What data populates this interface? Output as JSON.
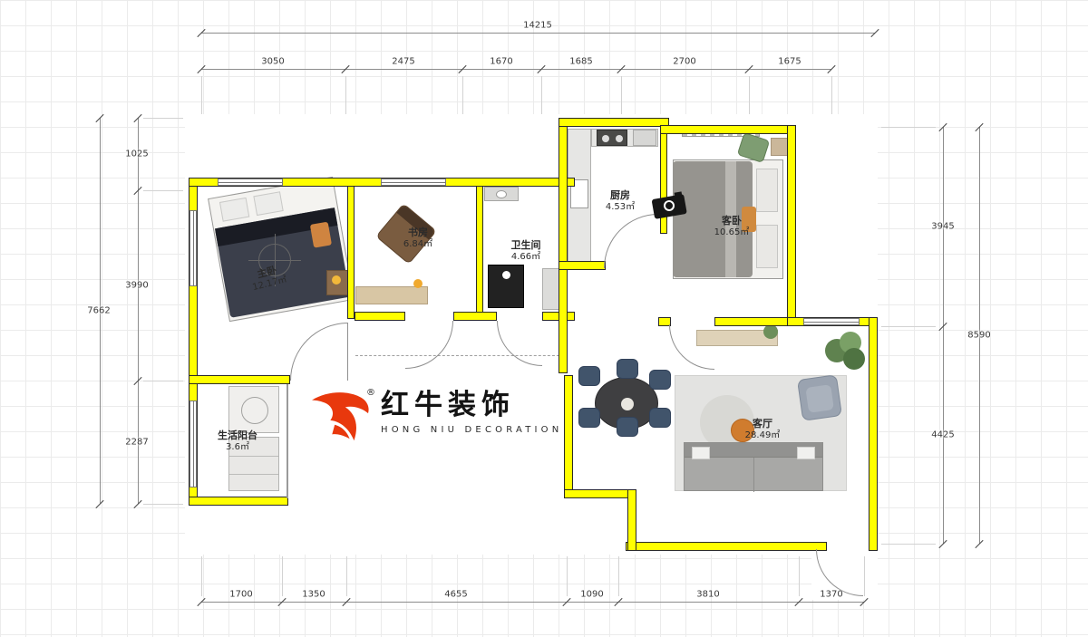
{
  "logo": {
    "brand_cn": "红牛装饰",
    "brand_en": "HONG NIU DECORATION",
    "reg": "®"
  },
  "rooms": {
    "master": {
      "name": "主卧",
      "area": "12.17㎡"
    },
    "study": {
      "name": "书房",
      "area": "6.84㎡"
    },
    "bath": {
      "name": "卫生间",
      "area": "4.66㎡"
    },
    "kitchen": {
      "name": "厨房",
      "area": "4.53㎡"
    },
    "guest": {
      "name": "客卧",
      "area": "10.65㎡"
    },
    "living": {
      "name": "客厅",
      "area": "28.49㎡"
    },
    "balcony": {
      "name": "生活阳台",
      "area": "3.6㎡"
    }
  },
  "dims": {
    "top_total": "14215",
    "top": [
      "3050",
      "2475",
      "1670",
      "1685",
      "2700",
      "1675"
    ],
    "bottom": [
      "1700",
      "1350",
      "4655",
      "1090",
      "3810",
      "1370"
    ],
    "left": [
      "1025",
      "3990",
      "2287"
    ],
    "left_total": "7662",
    "right": [
      "3945",
      "4425"
    ],
    "right_total": "8590"
  },
  "colors": {
    "wall": "#ffff00",
    "brand_red": "#e8380d"
  }
}
